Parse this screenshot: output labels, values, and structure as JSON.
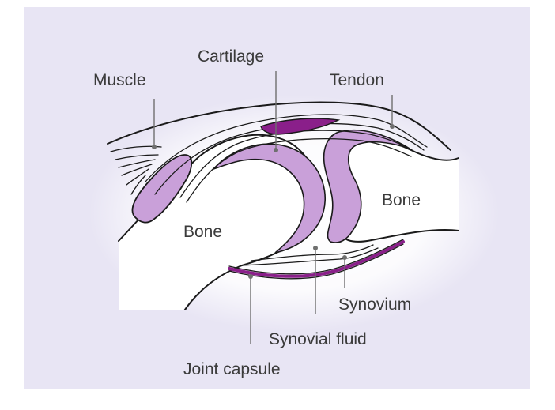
{
  "labels": {
    "muscle": "Muscle",
    "cartilage": "Cartilage",
    "tendon": "Tendon",
    "bone_left": "Bone",
    "bone_right": "Bone",
    "synovium": "Synovium",
    "synovial_fluid": "Synovial fluid",
    "joint_capsule": "Joint capsule"
  },
  "colors": {
    "background": "#e8e5f4",
    "bone": "#ffffff",
    "cartilage": "#c9a0d9",
    "capsule": "#8a1f8a",
    "outline": "#1a1a1a"
  }
}
